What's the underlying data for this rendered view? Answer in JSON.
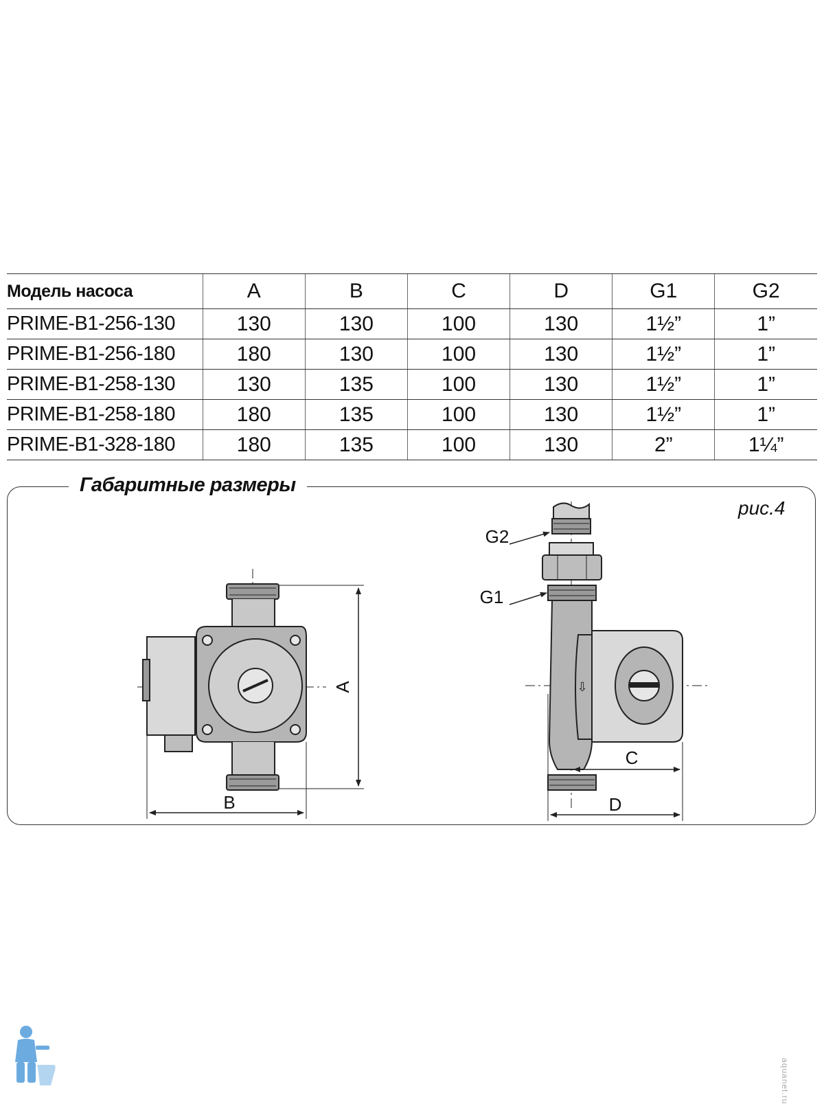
{
  "table": {
    "headers": [
      "Модель насоса",
      "A",
      "B",
      "C",
      "D",
      "G1",
      "G2"
    ],
    "rows": [
      [
        "PRIME-B1-256-130",
        "130",
        "130",
        "100",
        "130",
        "1½”",
        "1”"
      ],
      [
        "PRIME-B1-256-180",
        "180",
        "130",
        "100",
        "130",
        "1½”",
        "1”"
      ],
      [
        "PRIME-B1-258-130",
        "130",
        "135",
        "100",
        "130",
        "1½”",
        "1”"
      ],
      [
        "PRIME-B1-258-180",
        "180",
        "135",
        "100",
        "130",
        "1½”",
        "1”"
      ],
      [
        "PRIME-B1-328-180",
        "180",
        "135",
        "100",
        "130",
        "2”",
        "1¼”"
      ]
    ]
  },
  "section": {
    "title": "Габаритные размеры",
    "figure_caption": "рис.4"
  },
  "drawing_labels": {
    "a": "A",
    "b": "B",
    "c": "C",
    "d": "D",
    "g1": "G1",
    "g2": "G2"
  },
  "colors": {
    "line": "#222222",
    "fill_body": "#b5b5b5",
    "fill_light": "#d9d9d9",
    "logo_blue": "#3b8fd6"
  },
  "watermark": {
    "side_text": "aquanet.ru",
    "logo_icon": "plumber-logo-icon"
  }
}
